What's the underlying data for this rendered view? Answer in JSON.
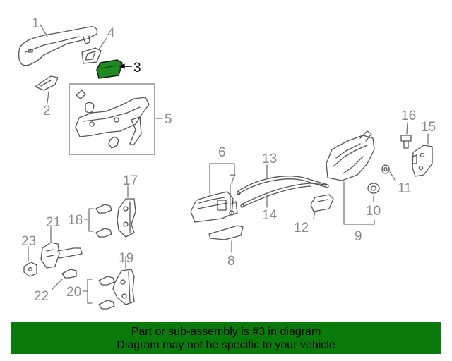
{
  "callouts": {
    "c1": "1",
    "c2": "2",
    "c3": "3",
    "c4": "4",
    "c5": "5",
    "c6": "6",
    "c7": "7",
    "c8": "8",
    "c9": "9",
    "c10": "10",
    "c11": "11",
    "c12": "12",
    "c13": "13",
    "c14": "14",
    "c15": "15",
    "c16": "16",
    "c17": "17",
    "c18": "18",
    "c19": "19",
    "c20": "20",
    "c21": "21",
    "c22": "22",
    "c23": "23"
  },
  "highlight": {
    "part": "3",
    "color": "#1f8a1f"
  },
  "banner": {
    "line1": "Part or sub-assembly is #3 in diagram",
    "line2": "Diagram may not be specific to your vehicle",
    "background": "#0a7a0a"
  }
}
